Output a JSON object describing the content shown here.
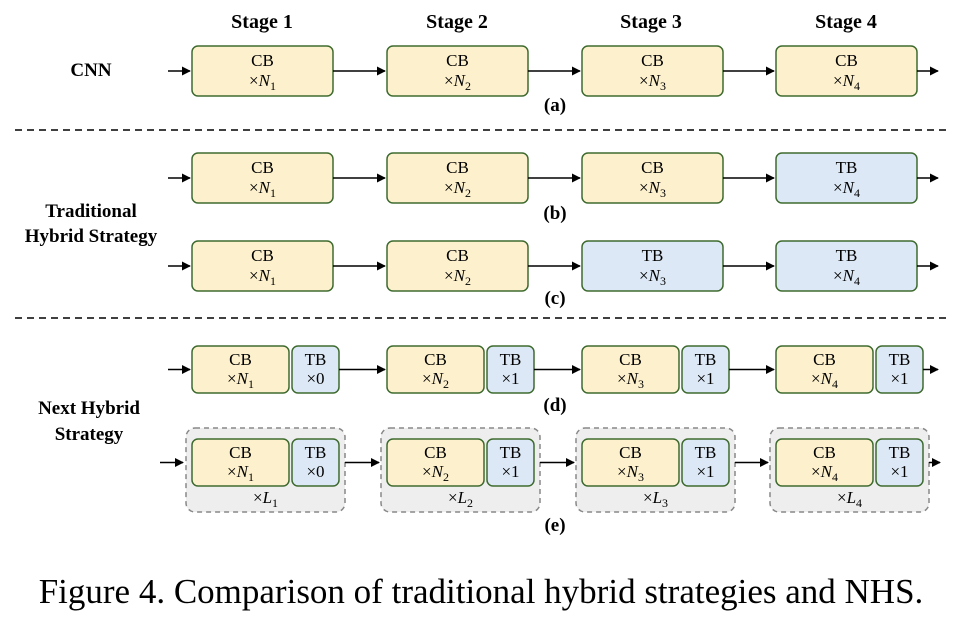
{
  "stages": [
    "Stage 1",
    "Stage 2",
    "Stage 3",
    "Stage 4"
  ],
  "row_labels": {
    "cnn": "CNN",
    "traditional": [
      "Traditional",
      "Hybrid Strategy"
    ],
    "next": [
      "Next Hybrid",
      "Strategy"
    ]
  },
  "sub_labels": {
    "a": "(a)",
    "b": "(b)",
    "c": "(c)",
    "d": "(d)",
    "e": "(e)"
  },
  "rows": {
    "a": [
      "CB",
      "CB",
      "CB",
      "CB"
    ],
    "b": [
      "CB",
      "CB",
      "CB",
      "TB"
    ],
    "c": [
      "CB",
      "CB",
      "TB",
      "TB"
    ]
  },
  "block_labels": {
    "cb": "CB",
    "tb": "TB"
  },
  "multiplier_n": [
    "N1",
    "N2",
    "N3",
    "N4"
  ],
  "multiplier_l": [
    "L1",
    "L2",
    "L3",
    "L4"
  ],
  "tb_counts": [
    "×0",
    "×1",
    "×1",
    "×1"
  ],
  "colors": {
    "cb_fill": "#fdf0cc",
    "tb_fill": "#dce8f5",
    "block_stroke": "#3e6b2f",
    "group_fill": "#eeeeee",
    "group_stroke": "#888888"
  },
  "caption": "Figure 4. Comparison of traditional hybrid strategies and NHS."
}
